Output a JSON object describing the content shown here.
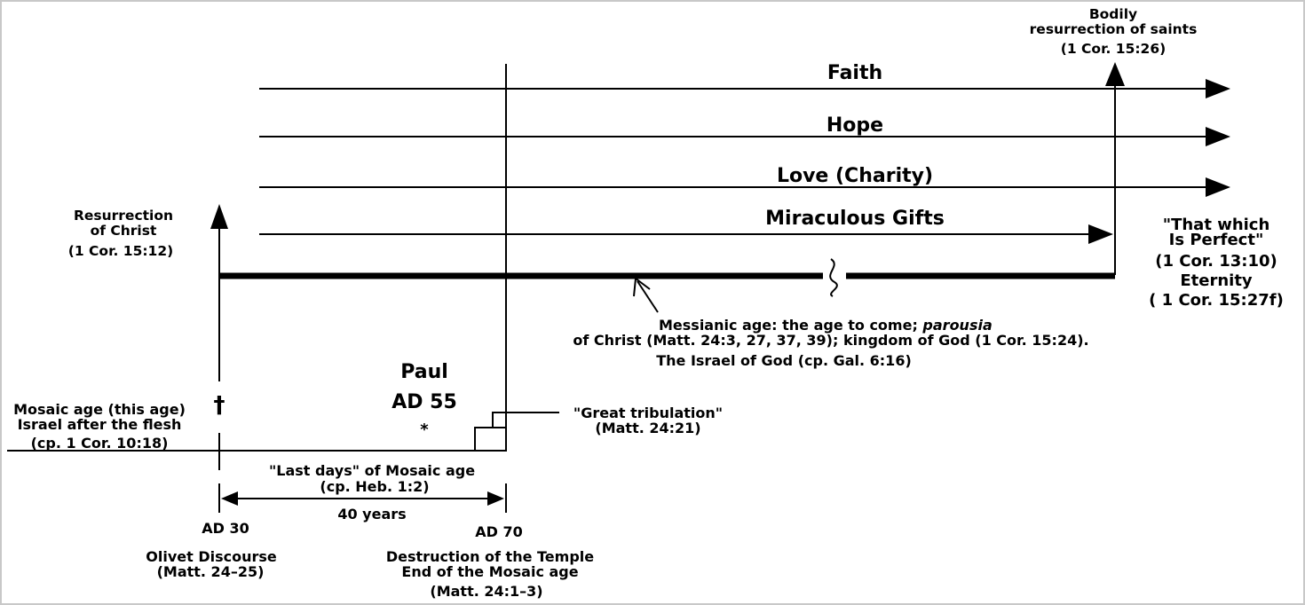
{
  "bars": {
    "faith": "Faith",
    "hope": "Hope",
    "love": "Love (Charity)",
    "gifts": "Miraculous Gifts"
  },
  "bodily": {
    "line1": "Bodily",
    "line2": "resurrection of saints",
    "line3": "(1 Cor. 15:26)"
  },
  "perfect": {
    "line1": "\"That which",
    "line2": "Is Perfect\"",
    "line3": "(1 Cor. 13:10)",
    "line4": "Eternity",
    "line5": "( 1 Cor. 15:27f)"
  },
  "resurrection": {
    "line1": "Resurrection",
    "line2": "of Christ",
    "line3": "(1 Cor. 15:12)"
  },
  "messianic": {
    "line1_pre": "Messianic age: the age to come; ",
    "line1_italic": "parousia",
    "line2": "of Christ (Matt. 24:3, 27, 37, 39); kingdom of God (1 Cor. 15:24).",
    "line3": "The Israel of God (cp. Gal. 6:16)"
  },
  "paul": {
    "name": "Paul",
    "date": "AD 55",
    "mark": "*"
  },
  "mosaic": {
    "line1": "Mosaic age (this age)",
    "line2": "Israel after the flesh",
    "line3": "(cp. 1 Cor. 10:18)"
  },
  "cross": "†",
  "tribulation": {
    "line1": "\"Great tribulation\"",
    "line2": "(Matt. 24:21)"
  },
  "last_days": {
    "line1": "\"Last days\" of Mosaic age",
    "line2": "(cp. Heb. 1:2)",
    "span": "40 years"
  },
  "ad30": {
    "date": "AD 30",
    "line1": "Olivet Discourse",
    "line2": "(Matt. 24–25)"
  },
  "ad70": {
    "date": "AD 70",
    "line1": "Destruction of the Temple",
    "line2": "End of the Mosaic age",
    "line3": "(Matt. 24:1–3)"
  },
  "colors": {
    "ink": "#000000",
    "frame": "#c8c8c8",
    "background": "#ffffff"
  }
}
